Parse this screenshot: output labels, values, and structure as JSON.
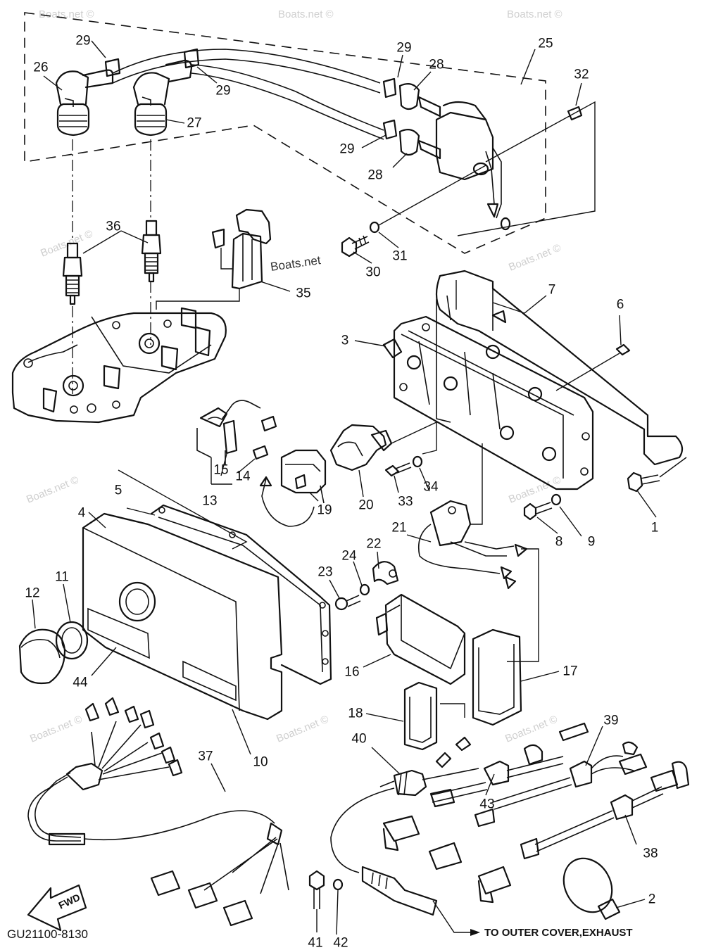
{
  "diagram": {
    "code": "GU21100-8130",
    "direction_label": "FWD",
    "note": "TO OUTER COVER,EXHAUST",
    "watermarks": [
      "Boats.net ©",
      "Boats.net"
    ]
  },
  "callouts": [
    {
      "id": "c1",
      "label": "1"
    },
    {
      "id": "c2",
      "label": "2"
    },
    {
      "id": "c3",
      "label": "3"
    },
    {
      "id": "c4",
      "label": "4"
    },
    {
      "id": "c5",
      "label": "5"
    },
    {
      "id": "c6",
      "label": "6"
    },
    {
      "id": "c7",
      "label": "7"
    },
    {
      "id": "c8",
      "label": "8"
    },
    {
      "id": "c9",
      "label": "9"
    },
    {
      "id": "c10",
      "label": "10"
    },
    {
      "id": "c11",
      "label": "11"
    },
    {
      "id": "c12",
      "label": "12"
    },
    {
      "id": "c13",
      "label": "13"
    },
    {
      "id": "c14",
      "label": "14"
    },
    {
      "id": "c15",
      "label": "15"
    },
    {
      "id": "c16",
      "label": "16"
    },
    {
      "id": "c17",
      "label": "17"
    },
    {
      "id": "c18",
      "label": "18"
    },
    {
      "id": "c19",
      "label": "19"
    },
    {
      "id": "c20",
      "label": "20"
    },
    {
      "id": "c21",
      "label": "21"
    },
    {
      "id": "c22",
      "label": "22"
    },
    {
      "id": "c23",
      "label": "23"
    },
    {
      "id": "c24",
      "label": "24"
    },
    {
      "id": "c25",
      "label": "25"
    },
    {
      "id": "c26",
      "label": "26"
    },
    {
      "id": "c27",
      "label": "27"
    },
    {
      "id": "c28a",
      "label": "28"
    },
    {
      "id": "c28b",
      "label": "28"
    },
    {
      "id": "c29a",
      "label": "29"
    },
    {
      "id": "c29b",
      "label": "29"
    },
    {
      "id": "c29c",
      "label": "29"
    },
    {
      "id": "c29d",
      "label": "29"
    },
    {
      "id": "c30",
      "label": "30"
    },
    {
      "id": "c31",
      "label": "31"
    },
    {
      "id": "c32",
      "label": "32"
    },
    {
      "id": "c33",
      "label": "33"
    },
    {
      "id": "c34",
      "label": "34"
    },
    {
      "id": "c35",
      "label": "35"
    },
    {
      "id": "c36",
      "label": "36"
    },
    {
      "id": "c37",
      "label": "37"
    },
    {
      "id": "c38",
      "label": "38"
    },
    {
      "id": "c39",
      "label": "39"
    },
    {
      "id": "c40",
      "label": "40"
    },
    {
      "id": "c41",
      "label": "41"
    },
    {
      "id": "c42",
      "label": "42"
    },
    {
      "id": "c43",
      "label": "43"
    },
    {
      "id": "c44",
      "label": "44"
    }
  ]
}
